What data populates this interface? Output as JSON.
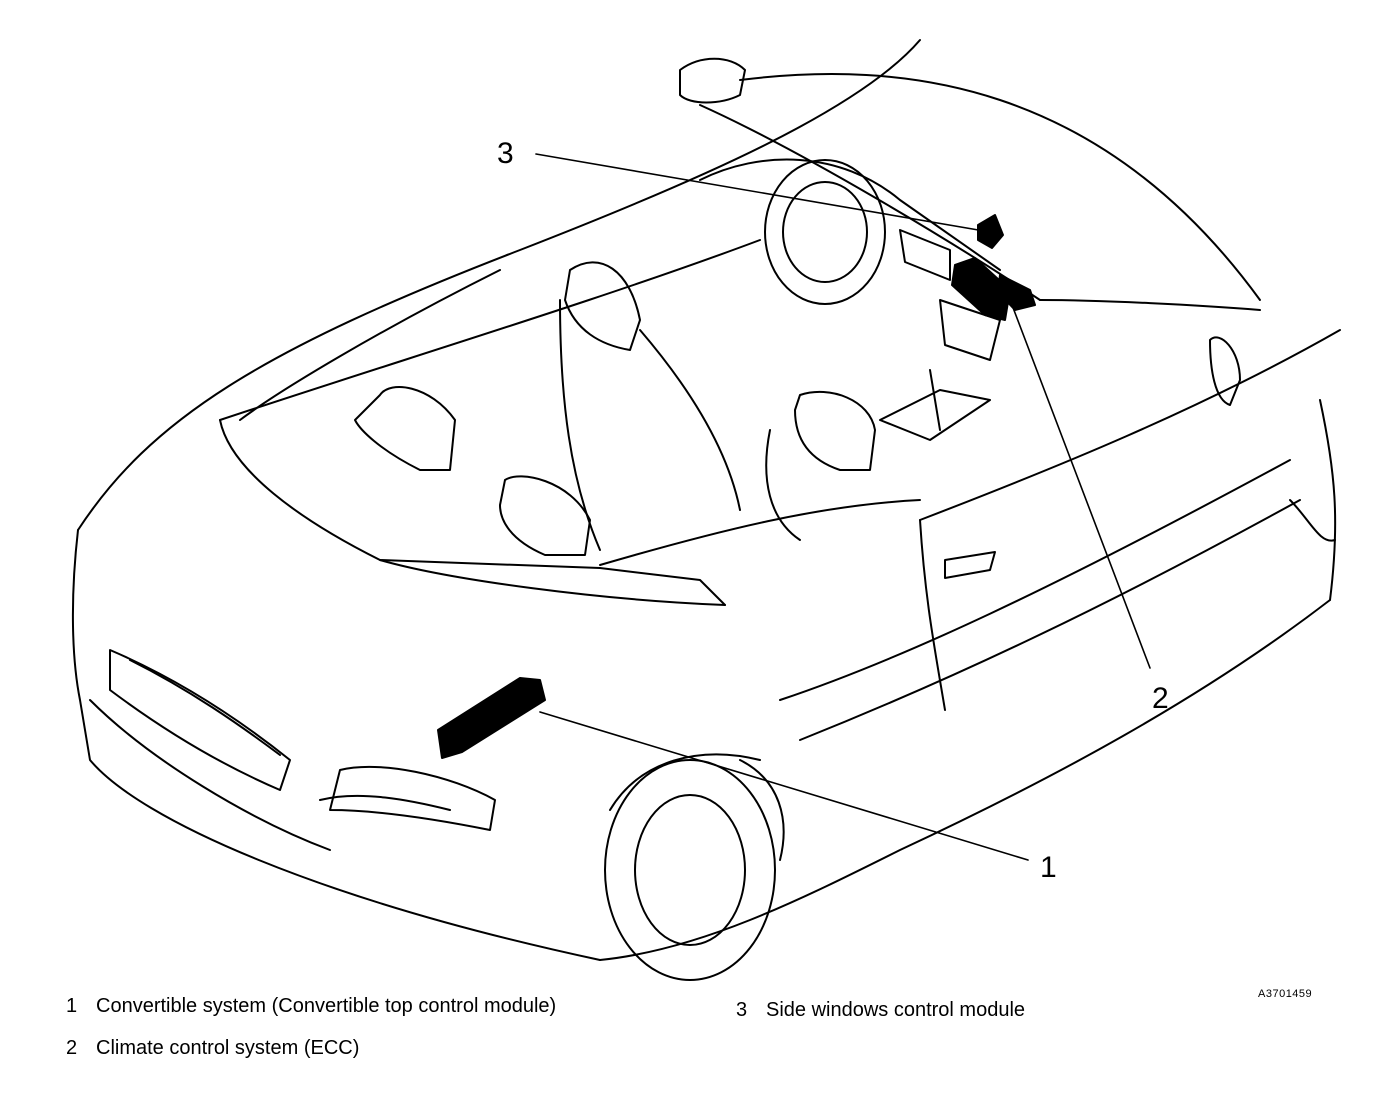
{
  "diagram": {
    "figure_id": "A3701459",
    "callouts": [
      {
        "num": "1",
        "label": "Convertible system (Convertible top control module)"
      },
      {
        "num": "2",
        "label": "Climate control system (ECC)"
      },
      {
        "num": "3",
        "label": "Side windows control module"
      }
    ]
  }
}
